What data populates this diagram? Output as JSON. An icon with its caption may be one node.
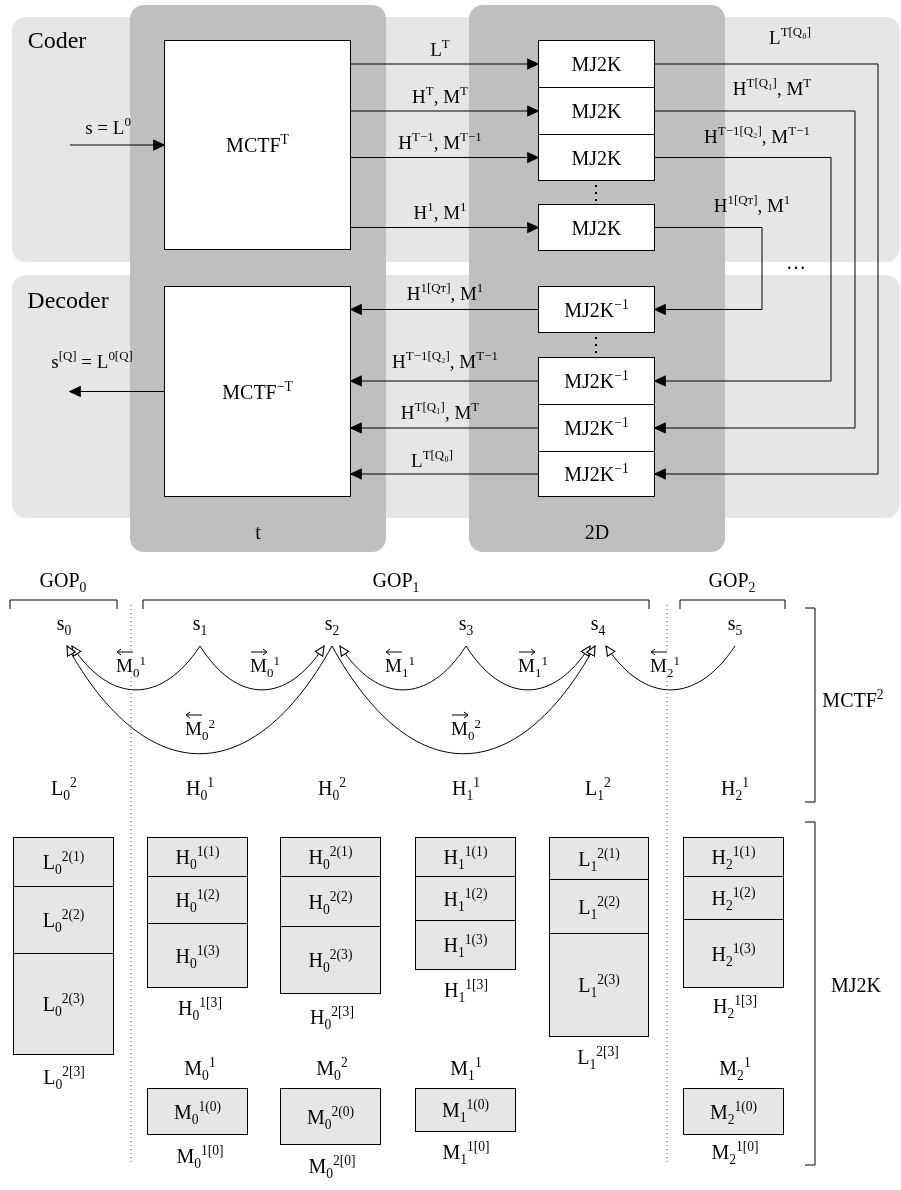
{
  "diagram": {
    "nodes": [
      {
        "text": [
          "MCTF$^{T}$"
        ]
      },
      {
        "text": [
          "MJ2K"
        ]
      },
      {
        "text": [
          "MJ2K"
        ]
      },
      {
        "text": [
          "MJ2K"
        ]
      },
      {
        "text": [
          "MJ2K"
        ]
      },
      {
        "text": [
          "MCTF$^{−T}$"
        ]
      },
      {
        "text": [
          "MJ2K$^{−1}$"
        ]
      },
      {
        "text": [
          "MJ2K$^{−1}$"
        ]
      },
      {
        "text": [
          "MJ2K$^{−1}$"
        ]
      },
      {
        "text": [
          "MJ2K$^{−1}$"
        ]
      },
      {
        "text": [
          "s$_{0}$"
        ]
      },
      {
        "text": [
          "s$_{1}$"
        ]
      },
      {
        "text": [
          "s$_{2}$"
        ]
      },
      {
        "text": [
          "s$_{3}$"
        ]
      },
      {
        "text": [
          "s$_{4}$"
        ]
      },
      {
        "text": [
          "s$_{5}$"
        ]
      },
      {
        "text": [
          "L$_{0}$$^{2(1)}$"
        ]
      },
      {
        "text": [
          "L$_{0}$$^{2(2)}$"
        ]
      },
      {
        "text": [
          "L$_{0}$$^{2(3)}$"
        ],
        "beside": [
          "L$_{0}$$^{2[3]}$"
        ]
      },
      {
        "text": [
          "H$_{0}$$^{1(1)}$"
        ]
      },
      {
        "text": [
          "H$_{0}$$^{1(2)}$"
        ]
      },
      {
        "text": [
          "H$_{0}$$^{1(3)}$"
        ],
        "beside": [
          "H$_{0}$$^{1[3]}$"
        ]
      },
      {
        "text": [
          "M$_{0}$$^{1(0)}$"
        ],
        "beside": [
          "M$_{0}$$^{1}$",
          "M$_{0}$$^{1[0]}$"
        ]
      },
      {
        "text": [
          "H$_{0}$$^{2(1)}$"
        ]
      },
      {
        "text": [
          "H$_{0}$$^{2(2)}$"
        ]
      },
      {
        "text": [
          "H$_{0}$$^{2(3)}$"
        ],
        "beside": [
          "H$_{0}$$^{2[3]}$"
        ]
      },
      {
        "text": [
          "M$_{0}$$^{2(0)}$"
        ],
        "beside": [
          "M$_{0}$$^{2}$",
          "M$_{0}$$^{2[0]}$"
        ]
      },
      {
        "text": [
          "H$_{1}$$^{1(1)}$"
        ]
      },
      {
        "text": [
          "H$_{1}$$^{1(2)}$"
        ]
      },
      {
        "text": [
          "H$_{1}$$^{1(3)}$"
        ],
        "beside": [
          "H$_{1}$$^{1[3]}$"
        ]
      },
      {
        "text": [
          "M$_{1}$$^{1(0)}$"
        ],
        "beside": [
          "M$_{1}$$^{1}$",
          "M$_{1}$$^{1[0]}$"
        ]
      },
      {
        "text": [
          "L$_{1}$$^{2(1)}$"
        ]
      },
      {
        "text": [
          "L$_{1}$$^{2(2)}$"
        ]
      },
      {
        "text": [
          "L$_{1}$$^{2(3)}$"
        ],
        "beside": [
          "L$_{1}$$^{2[3]}$"
        ]
      },
      {
        "text": [
          "H$_{2}$$^{1(1)}$"
        ]
      },
      {
        "text": [
          "H$_{2}$$^{1(2)}$"
        ]
      },
      {
        "text": [
          "H$_{2}$$^{1(3)}$"
        ],
        "beside": [
          "H$_{2}$$^{1[3]}$"
        ]
      },
      {
        "text": [
          "M$_{2}$$^{1(0)}$"
        ],
        "beside": [
          "M$_{2}$$^{1}$",
          "M$_{2}$$^{1[0]}$"
        ]
      }
    ],
    "edges": [
      {
        "from": null,
        "to": 0,
        "arrow": "to",
        "label": "s = L$^{0}$"
      },
      {
        "from": 0,
        "to": 1,
        "arrow": "to",
        "label": "L$^{T}$"
      },
      {
        "from": 0,
        "to": 2,
        "arrow": "to",
        "label": "H$^{T}$, M$^{T}$"
      },
      {
        "from": 0,
        "to": 3,
        "arrow": "to",
        "label": "H$^{T−1}$, M$^{T−1}$"
      },
      {
        "from": 0,
        "to": 4,
        "arrow": "to",
        "label": "H$^{1}$, M$^{1}$"
      },
      {
        "from": 1,
        "to": 9,
        "arrow": "to",
        "label": "L$^{T[Q₀]}$"
      },
      {
        "from": 2,
        "to": 8,
        "arrow": "to",
        "label": "H$^{T[Q₁]}$, M$^{T}$"
      },
      {
        "from": 3,
        "to": 7,
        "arrow": "to",
        "label": "H$^{T−1[Q₂]}$, M$^{T−1}$"
      },
      {
        "from": 4,
        "to": 6,
        "arrow": "to",
        "label": "H$^{1[Qᴛ]}$, M$^{1}$"
      },
      {
        "from": 6,
        "to": 5,
        "arrow": "to",
        "label": "H$^{1[Qᴛ]}$, M$^{1}$"
      },
      {
        "from": 7,
        "to": 5,
        "arrow": "to",
        "label": "H$^{T−1[Q₂]}$, M$^{T−1}$"
      },
      {
        "from": 8,
        "to": 5,
        "arrow": "to",
        "label": "H$^{T[Q₁]}$, M$^{T}$"
      },
      {
        "from": 9,
        "to": 5,
        "arrow": "to",
        "label": "L$^{T[Q₀]}$"
      },
      {
        "from": 5,
        "to": null,
        "arrow": "to",
        "label": "s$^{[Q]}$ = L$^{0[Q]}$"
      },
      {
        "from": 11,
        "to": 10,
        "arrow": "to",
        "label": "M$_{0}$$^{1}$"
      },
      {
        "from": 11,
        "to": 12,
        "arrow": "to",
        "label": "M$_{0}$$^{1}$"
      },
      {
        "from": 13,
        "to": 12,
        "arrow": "to",
        "label": "M$_{1}$$^{1}$"
      },
      {
        "from": 13,
        "to": 14,
        "arrow": "to",
        "label": "M$_{1}$$^{1}$"
      },
      {
        "from": 15,
        "to": 14,
        "arrow": "to",
        "label": "M$_{2}$$^{1}$"
      },
      {
        "from": 12,
        "to": 10,
        "arrow": "to",
        "label": "M$_{0}$$^{2}$"
      },
      {
        "from": 12,
        "to": 14,
        "arrow": "to",
        "label": "M$_{0}$$^{2}$"
      }
    ],
    "labels": [
      "Coder",
      "Decoder",
      "t",
      "2D",
      "⋮",
      "⋮",
      "…",
      "GOP$_{0}$",
      "GOP$_{1}$",
      "GOP$_{2}$",
      "MCTF$^{2}$",
      "L$_{0}$$^{2}$",
      "H$_{0}$$^{1}$",
      "H$_{0}$$^{2}$",
      "H$_{1}$$^{1}$",
      "L$_{1}$$^{2}$",
      "H$_{2}$$^{1}$",
      "MJ2K"
    ]
  }
}
